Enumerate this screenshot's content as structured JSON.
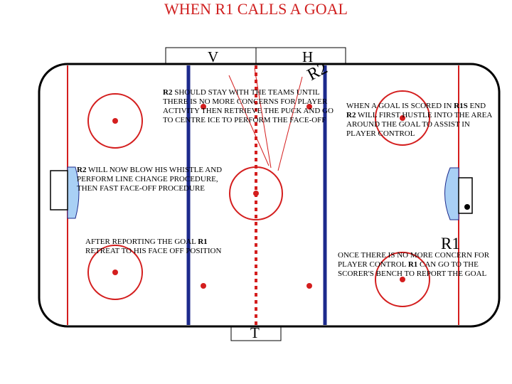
{
  "title": "WHEN R1 CALLS A GOAL",
  "labels": {
    "visitor_bench": "V",
    "home_bench": "H",
    "timekeeper": "T",
    "referee2": "R2",
    "referee1": "R1"
  },
  "notes": {
    "r2_stay": [
      "R2",
      " SHOULD STAY WITH THE TEAMS UNTIL THERE IS NO MORE CONCERNS FOR PLAYER ACTIVITY THEN RETRIEVE THE PUCK AND GO TO CENTRE ICE TO PERFORM THE FACE-OFF"
    ],
    "r2_blow": [
      "R2",
      " WILL NOW BLOW HIS WHISTLE AND PERFORM LINE CHANGE PROCEDURE, THEN FAST FACE-OFF PROCEDURE"
    ],
    "after_report": [
      "AFTER REPORTING THE GOAL ",
      "R1",
      " RETREAT TO HIS FACE OFF POSITION"
    ],
    "goal_scored": [
      "WHEN A GOAL IS SCORED IN ",
      "R1S",
      " END ",
      "R2",
      " WILL FIRST HUSTLE INTO THE AREA AROUND THE GOAL TO ASSIST IN PLAYER CONTROL"
    ],
    "once_no_concern": [
      "ONCE THERE IS NO MORE CONCERN FOR PLAYER CONTROL ",
      "R1",
      " CAN GO TO THE SCORER'S BENCH TO REPORT THE GOAL"
    ]
  },
  "colors": {
    "red": "#d41e1e",
    "blue": "#1c2a8c",
    "crease": "#a9d0f5"
  }
}
